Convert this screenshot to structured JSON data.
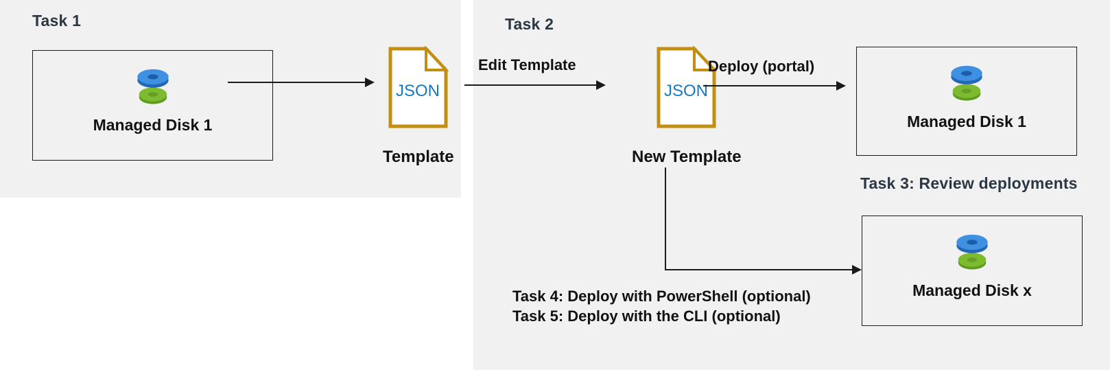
{
  "diagram": {
    "task1": {
      "heading": "Task 1",
      "disk_box": {
        "label": "Managed Disk 1"
      },
      "template": {
        "file_text": "JSON",
        "label": "Template"
      }
    },
    "task2": {
      "heading": "Task 2",
      "edit_arrow_label": "Edit Template",
      "new_template": {
        "file_text": "JSON",
        "label": "New Template"
      },
      "deploy_portal_label": "Deploy (portal)",
      "portal_disk_box": {
        "label": "Managed Disk 1"
      },
      "task3_heading": "Task 3: Review deployments",
      "alt_disk_box": {
        "label": "Managed Disk x"
      },
      "task4_label": "Task 4: Deploy with PowerShell (optional)",
      "task5_label": "Task 5: Deploy with the CLI (optional)"
    },
    "colors": {
      "panel_bg": "#f1f1f1",
      "heading_text": "#2b3844",
      "label_text": "#121212",
      "json_doc_border": "#c28f12",
      "json_doc_text": "#1879be",
      "disk_blue_top": "#3f90e0",
      "disk_blue_side": "#2368b8",
      "disk_blue_hole": "#1b5ea8",
      "disk_green_top": "#7cba2f",
      "disk_green_side": "#5f9c1e",
      "disk_green_hole": "#669f27",
      "connector": "#1a1a1a"
    }
  }
}
